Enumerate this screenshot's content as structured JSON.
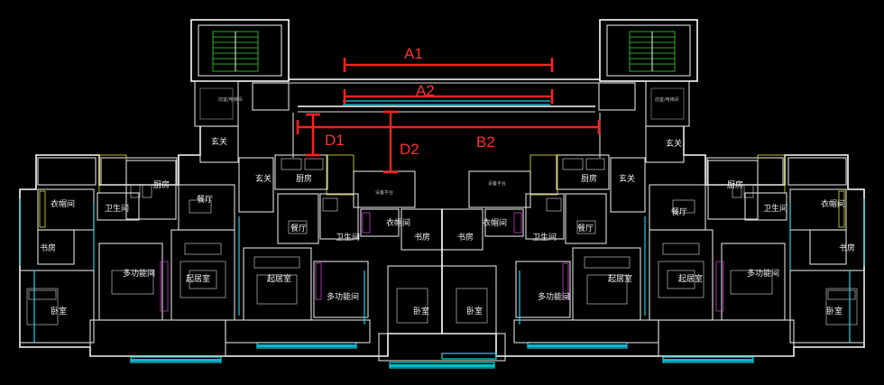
{
  "annotations": {
    "a1": "A1",
    "a2": "A2",
    "b2": "B2",
    "d1": "D1",
    "d2": "D2"
  },
  "rooms": {
    "xuanguan": "玄关",
    "chufang": "厨房",
    "canting": "餐厅",
    "weishengjian": "卫生间",
    "yimaojian": "衣帽间",
    "shufang": "书房",
    "duogongnengjian": "多功能间",
    "qijushi": "起居室",
    "woshi": "卧室"
  },
  "small_labels": {
    "elevator_room": "前室/电梯间",
    "platform": "设备平台"
  },
  "colors": {
    "annotation": "#ff2020",
    "walls": "#dcdcdc",
    "windows": "#19d3e6"
  }
}
